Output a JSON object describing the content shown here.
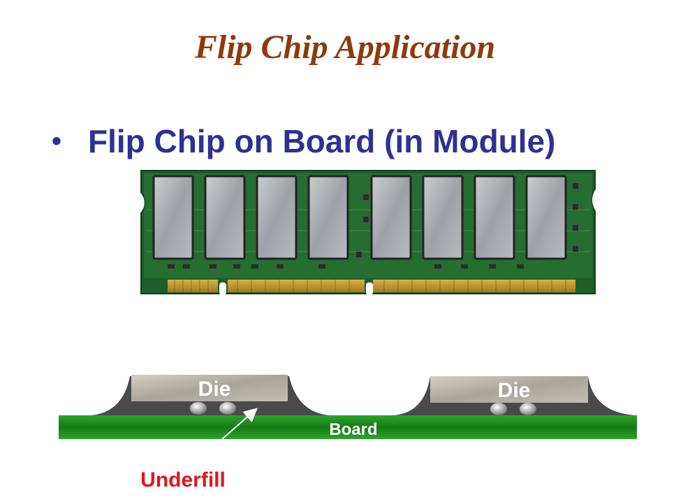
{
  "slide": {
    "title": "Flip Chip Application",
    "bullet": {
      "marker": "•",
      "text": "Flip Chip on Board (in Module)"
    }
  },
  "diagram": {
    "die_left_label": "Die",
    "die_right_label": "Die",
    "board_label": "Board",
    "underfill_label": "Underfill",
    "colors": {
      "board": "#1f8a1f",
      "die": "#b9b4aa",
      "underfill": "#4a4a4a",
      "label_red": "#e8121a",
      "title": "#8e3a0c",
      "bullet": "#2e3192"
    }
  },
  "module_photo": {
    "chip_count": 8
  }
}
